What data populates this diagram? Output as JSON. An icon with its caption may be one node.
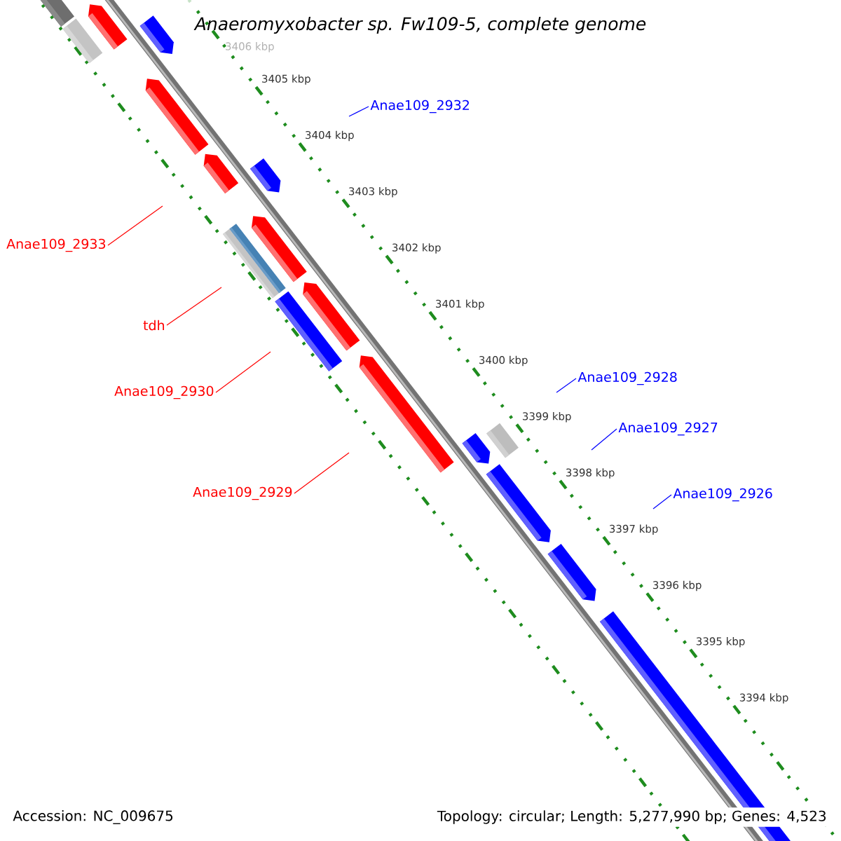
{
  "diagram": {
    "title": "Anaeromyxobacter sp. Fw109-5, complete genome",
    "nodes": [
      {
        "text": [
          "Anae109_2932"
        ]
      },
      {
        "text": [
          "Anae109_2933"
        ]
      },
      {
        "text": [
          "tdh"
        ]
      },
      {
        "text": [
          "Anae109_2928"
        ]
      },
      {
        "text": [
          "Anae109_2930"
        ]
      },
      {
        "text": [
          "Anae109_2927"
        ]
      },
      {
        "text": [
          "Anae109_2929"
        ]
      },
      {
        "text": [
          "Anae109_2926"
        ]
      }
    ],
    "edges": [
      {
        "from": 0,
        "to": null,
        "arrow": "none",
        "color": "#0000ff"
      },
      {
        "from": 1,
        "to": null,
        "arrow": "none",
        "color": "#ff0000"
      },
      {
        "from": 2,
        "to": null,
        "arrow": "none",
        "color": "#ff0000"
      },
      {
        "from": 3,
        "to": null,
        "arrow": "none",
        "color": "#0000ff"
      },
      {
        "from": 4,
        "to": null,
        "arrow": "none",
        "color": "#ff0000"
      },
      {
        "from": 5,
        "to": null,
        "arrow": "none",
        "color": "#0000ff"
      },
      {
        "from": 6,
        "to": null,
        "arrow": "none",
        "color": "#ff0000"
      },
      {
        "from": 7,
        "to": null,
        "arrow": "none",
        "color": "#0000ff"
      }
    ],
    "labels": [
      "3406 kbp",
      "3405 kbp",
      "3404 kbp",
      "3403 kbp",
      "3402 kbp",
      "3401 kbp",
      "3400 kbp",
      "3399 kbp",
      "3398 kbp",
      "3397 kbp",
      "3396 kbp",
      "3395 kbp",
      "3394 kbp",
      "Accession: NC_009675",
      "Topology: circular; Length: 5,277,990 bp; Genes: 4,523"
    ]
  }
}
